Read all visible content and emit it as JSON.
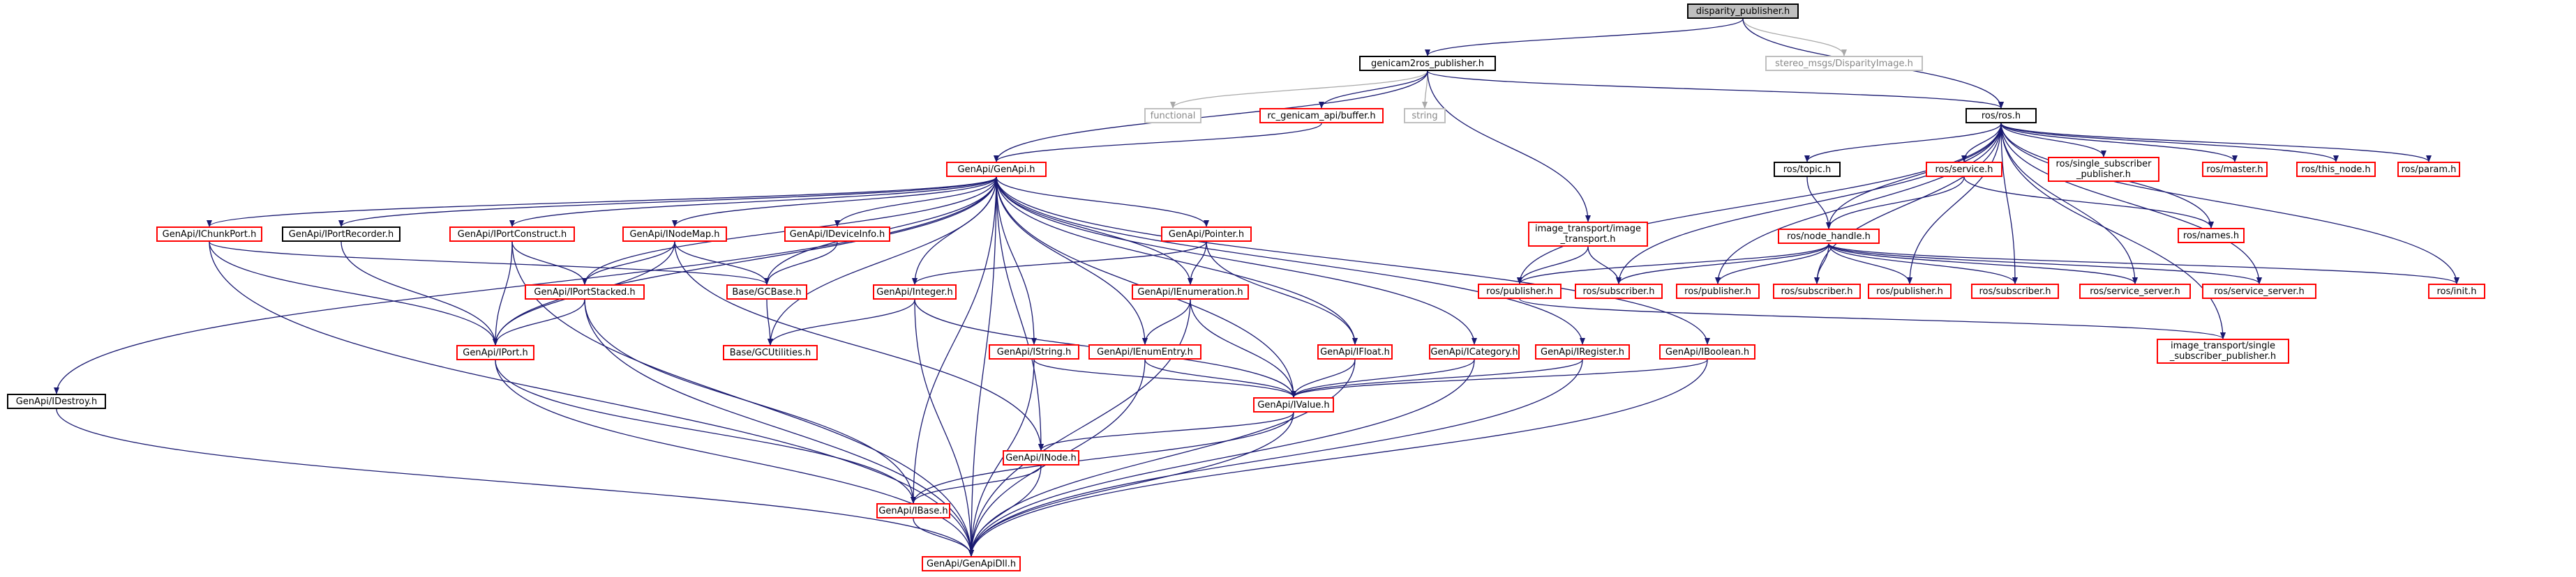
{
  "colors": {
    "edge_main": "#191970",
    "edge_ext": "#a9a9a9",
    "border_link": "#ff0000",
    "border_plain": "#000000",
    "border_external": "#bfbfbf",
    "root_fill": "#bfbfbf"
  },
  "nodes": [
    {
      "id": "root",
      "label": "disparity_publisher.h",
      "style": "root"
    },
    {
      "id": "g2r",
      "label": "genicam2ros_publisher.h",
      "style": "plain"
    },
    {
      "id": "stereo",
      "label": "stereo_msgs/DisparityImage.h",
      "style": "external"
    },
    {
      "id": "functional",
      "label": "functional",
      "style": "external"
    },
    {
      "id": "buffer",
      "label": "rc_genicam_api/buffer.h",
      "style": "link"
    },
    {
      "id": "string",
      "label": "string",
      "style": "external"
    },
    {
      "id": "rosh",
      "label": "ros/ros.h",
      "style": "plain"
    },
    {
      "id": "genapi",
      "label": "GenApi/GenApi.h",
      "style": "link"
    },
    {
      "id": "topic",
      "label": "ros/topic.h",
      "style": "plain"
    },
    {
      "id": "service",
      "label": "ros/service.h",
      "style": "link"
    },
    {
      "id": "singlesub",
      "label": "ros/single_subscriber\n_publisher.h",
      "style": "link"
    },
    {
      "id": "master",
      "label": "ros/master.h",
      "style": "link"
    },
    {
      "id": "thisnode",
      "label": "ros/this_node.h",
      "style": "link"
    },
    {
      "id": "param",
      "label": "ros/param.h",
      "style": "link"
    },
    {
      "id": "itimage",
      "label": "image_transport/image\n_transport.h",
      "style": "link"
    },
    {
      "id": "nodehandle",
      "label": "ros/node_handle.h",
      "style": "link"
    },
    {
      "id": "names",
      "label": "ros/names.h",
      "style": "link"
    },
    {
      "id": "ichunk",
      "label": "GenApi/IChunkPort.h",
      "style": "link"
    },
    {
      "id": "iportrec",
      "label": "GenApi/IPortRecorder.h",
      "style": "plain"
    },
    {
      "id": "iportcon",
      "label": "GenApi/IPortConstruct.h",
      "style": "link"
    },
    {
      "id": "inodemap",
      "label": "GenApi/INodeMap.h",
      "style": "link"
    },
    {
      "id": "idevinfo",
      "label": "GenApi/IDeviceInfo.h",
      "style": "link"
    },
    {
      "id": "ipointer",
      "label": "GenApi/Pointer.h",
      "style": "link"
    },
    {
      "id": "pub1",
      "label": "ros/publisher.h",
      "style": "link"
    },
    {
      "id": "sub1",
      "label": "ros/subscriber.h",
      "style": "link"
    },
    {
      "id": "pub2",
      "label": "ros/publisher.h",
      "style": "link"
    },
    {
      "id": "sub2",
      "label": "ros/subscriber.h",
      "style": "link"
    },
    {
      "id": "pub3",
      "label": "ros/publisher.h",
      "style": "link"
    },
    {
      "id": "sub3",
      "label": "ros/subscriber.h",
      "style": "link"
    },
    {
      "id": "srv1",
      "label": "ros/service_server.h",
      "style": "link"
    },
    {
      "id": "srv2",
      "label": "ros/service_server.h",
      "style": "link"
    },
    {
      "id": "init",
      "label": "ros/init.h",
      "style": "link"
    },
    {
      "id": "iportstacked",
      "label": "GenApi/IPortStacked.h",
      "style": "link"
    },
    {
      "id": "gcbase",
      "label": "Base/GCBase.h",
      "style": "link"
    },
    {
      "id": "iinteger",
      "label": "GenApi/Integer.h",
      "style": "link"
    },
    {
      "id": "ienum",
      "label": "GenApi/IEnumeration.h",
      "style": "link"
    },
    {
      "id": "itsingle",
      "label": "image_transport/single\n_subscriber_publisher.h",
      "style": "link"
    },
    {
      "id": "idestroy",
      "label": "GenApi/IDestroy.h",
      "style": "plain"
    },
    {
      "id": "iport",
      "label": "GenApi/IPort.h",
      "style": "link"
    },
    {
      "id": "gcutil",
      "label": "Base/GCUtilities.h",
      "style": "link"
    },
    {
      "id": "istring",
      "label": "GenApi/IString.h",
      "style": "link"
    },
    {
      "id": "ienumentry",
      "label": "GenApi/IEnumEntry.h",
      "style": "link"
    },
    {
      "id": "ifloat",
      "label": "GenApi/IFloat.h",
      "style": "link"
    },
    {
      "id": "icategory",
      "label": "GenApi/ICategory.h",
      "style": "link"
    },
    {
      "id": "iregister",
      "label": "GenApi/IRegister.h",
      "style": "link"
    },
    {
      "id": "iboolean",
      "label": "GenApi/IBoolean.h",
      "style": "link"
    },
    {
      "id": "ivalue",
      "label": "GenApi/IValue.h",
      "style": "link"
    },
    {
      "id": "inode",
      "label": "GenApi/INode.h",
      "style": "link"
    },
    {
      "id": "ibase",
      "label": "GenApi/IBase.h",
      "style": "link"
    },
    {
      "id": "gendll",
      "label": "GenApi/GenApiDll.h",
      "style": "link"
    }
  ],
  "edges": [
    [
      "root",
      "g2r"
    ],
    [
      "root",
      "stereo"
    ],
    [
      "root",
      "rosh"
    ],
    [
      "g2r",
      "functional"
    ],
    [
      "g2r",
      "buffer"
    ],
    [
      "g2r",
      "string"
    ],
    [
      "g2r",
      "genapi"
    ],
    [
      "g2r",
      "rosh"
    ],
    [
      "g2r",
      "itimage"
    ],
    [
      "buffer",
      "genapi"
    ],
    [
      "rosh",
      "topic"
    ],
    [
      "rosh",
      "service"
    ],
    [
      "rosh",
      "singlesub"
    ],
    [
      "rosh",
      "master"
    ],
    [
      "rosh",
      "thisnode"
    ],
    [
      "rosh",
      "param"
    ],
    [
      "rosh",
      "names"
    ],
    [
      "rosh",
      "nodehandle"
    ],
    [
      "rosh",
      "pub1"
    ],
    [
      "rosh",
      "sub1"
    ],
    [
      "rosh",
      "pub2"
    ],
    [
      "rosh",
      "sub2"
    ],
    [
      "rosh",
      "pub3"
    ],
    [
      "rosh",
      "sub3"
    ],
    [
      "rosh",
      "srv1"
    ],
    [
      "rosh",
      "srv2"
    ],
    [
      "rosh",
      "init"
    ],
    [
      "rosh",
      "itsingle"
    ],
    [
      "topic",
      "nodehandle"
    ],
    [
      "service",
      "nodehandle"
    ],
    [
      "service",
      "names"
    ],
    [
      "itimage",
      "pub1"
    ],
    [
      "itimage",
      "sub1"
    ],
    [
      "nodehandle",
      "pub1"
    ],
    [
      "nodehandle",
      "sub1"
    ],
    [
      "nodehandle",
      "pub2"
    ],
    [
      "nodehandle",
      "sub2"
    ],
    [
      "nodehandle",
      "pub3"
    ],
    [
      "nodehandle",
      "sub3"
    ],
    [
      "nodehandle",
      "srv1"
    ],
    [
      "nodehandle",
      "srv2"
    ],
    [
      "nodehandle",
      "init"
    ],
    [
      "pub1",
      "itsingle"
    ],
    [
      "genapi",
      "idestroy"
    ],
    [
      "genapi",
      "ichunk"
    ],
    [
      "genapi",
      "iportrec"
    ],
    [
      "genapi",
      "iportcon"
    ],
    [
      "genapi",
      "inodemap"
    ],
    [
      "genapi",
      "idevinfo"
    ],
    [
      "genapi",
      "ipointer"
    ],
    [
      "genapi",
      "iport"
    ],
    [
      "genapi",
      "iportstacked"
    ],
    [
      "genapi",
      "gcbase"
    ],
    [
      "genapi",
      "gcutil"
    ],
    [
      "genapi",
      "iinteger"
    ],
    [
      "genapi",
      "istring"
    ],
    [
      "genapi",
      "ienum"
    ],
    [
      "genapi",
      "ienumentry"
    ],
    [
      "genapi",
      "ifloat"
    ],
    [
      "genapi",
      "icategory"
    ],
    [
      "genapi",
      "iregister"
    ],
    [
      "genapi",
      "iboolean"
    ],
    [
      "genapi",
      "ivalue"
    ],
    [
      "genapi",
      "inode"
    ],
    [
      "genapi",
      "ibase"
    ],
    [
      "genapi",
      "gendll"
    ],
    [
      "ichunk",
      "iport"
    ],
    [
      "ichunk",
      "gcbase"
    ],
    [
      "ichunk",
      "gendll"
    ],
    [
      "iportrec",
      "iport"
    ],
    [
      "iportcon",
      "iport"
    ],
    [
      "iportcon",
      "iportstacked"
    ],
    [
      "iportcon",
      "gendll"
    ],
    [
      "inodemap",
      "iport"
    ],
    [
      "inodemap",
      "iportstacked"
    ],
    [
      "inodemap",
      "gcbase"
    ],
    [
      "inodemap",
      "inode"
    ],
    [
      "idevinfo",
      "gcbase"
    ],
    [
      "ipointer",
      "iinteger"
    ],
    [
      "ipointer",
      "ienum"
    ],
    [
      "ipointer",
      "ifloat"
    ],
    [
      "iportstacked",
      "iport"
    ],
    [
      "iportstacked",
      "ibase"
    ],
    [
      "iportstacked",
      "gendll"
    ],
    [
      "gcbase",
      "gcutil"
    ],
    [
      "iinteger",
      "gcutil"
    ],
    [
      "iinteger",
      "ivalue"
    ],
    [
      "iinteger",
      "gendll"
    ],
    [
      "ienum",
      "ienumentry"
    ],
    [
      "ienum",
      "ivalue"
    ],
    [
      "ienum",
      "gendll"
    ],
    [
      "idestroy",
      "gendll"
    ],
    [
      "iport",
      "ibase"
    ],
    [
      "iport",
      "gendll"
    ],
    [
      "istring",
      "ivalue"
    ],
    [
      "istring",
      "gendll"
    ],
    [
      "ienumentry",
      "ivalue"
    ],
    [
      "ienumentry",
      "gendll"
    ],
    [
      "ifloat",
      "ivalue"
    ],
    [
      "ifloat",
      "gendll"
    ],
    [
      "icategory",
      "ivalue"
    ],
    [
      "icategory",
      "gendll"
    ],
    [
      "iregister",
      "ivalue"
    ],
    [
      "iregister",
      "gendll"
    ],
    [
      "iboolean",
      "ivalue"
    ],
    [
      "iboolean",
      "gendll"
    ],
    [
      "ivalue",
      "inode"
    ],
    [
      "ivalue",
      "ibase"
    ],
    [
      "ivalue",
      "gendll"
    ],
    [
      "inode",
      "ibase"
    ],
    [
      "inode",
      "gendll"
    ],
    [
      "ibase",
      "gendll"
    ]
  ]
}
